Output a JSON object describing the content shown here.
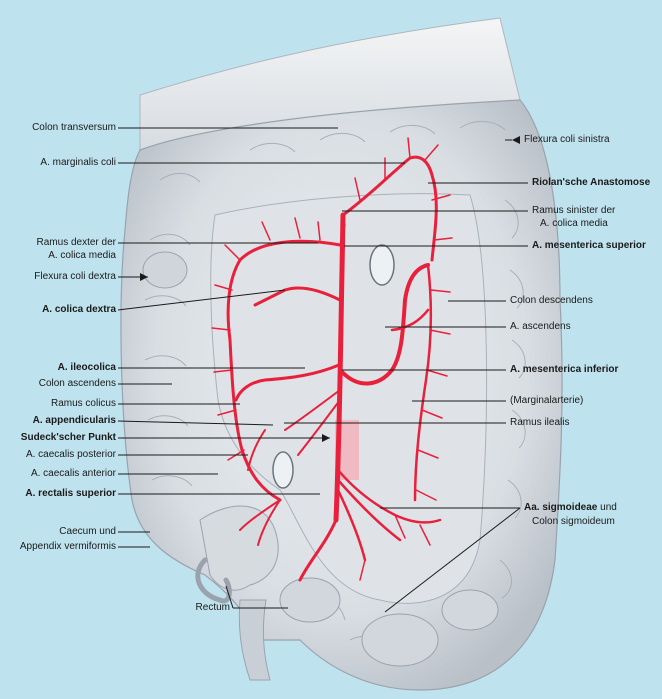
{
  "colors": {
    "background": "#bfe3ee",
    "organ_fill": "#e2e6ea",
    "organ_shade": "#b7bec6",
    "artery": "#e8203c",
    "artery_highlight": "#f6a8b4",
    "leader_line": "#1a1a1a"
  },
  "labels_left": [
    {
      "id": "colon-transversum",
      "text": "Colon transversum",
      "bold": false
    },
    {
      "id": "a-marginalis-coli",
      "text": "A. marginalis coli",
      "bold": false
    },
    {
      "id": "ramus-dexter-1",
      "text": "Ramus dexter der",
      "bold": false
    },
    {
      "id": "ramus-dexter-2",
      "text": "A. colica media",
      "bold": false
    },
    {
      "id": "flexura-coli-dextra",
      "text": "Flexura coli dextra",
      "bold": false
    },
    {
      "id": "a-colica-dextra",
      "text": "A. colica dextra",
      "bold": true
    },
    {
      "id": "a-ileocolica",
      "text": "A. ileocolica",
      "bold": true
    },
    {
      "id": "colon-ascendens",
      "text": "Colon ascendens",
      "bold": false
    },
    {
      "id": "ramus-colicus",
      "text": "Ramus colicus",
      "bold": false
    },
    {
      "id": "a-appendicularis",
      "text": "A. appendicularis",
      "bold": true
    },
    {
      "id": "sudeck-punkt",
      "text": "Sudeck'scher Punkt",
      "bold": true
    },
    {
      "id": "a-caecalis-posterior",
      "text": "A. caecalis posterior",
      "bold": false
    },
    {
      "id": "a-caecalis-anterior",
      "text": "A. caecalis anterior",
      "bold": false
    },
    {
      "id": "a-rectalis-superior",
      "text": "A. rectalis superior",
      "bold": true
    },
    {
      "id": "caecum-1",
      "text": "Caecum und",
      "bold": false
    },
    {
      "id": "caecum-2",
      "text": "Appendix vermiformis",
      "bold": false
    },
    {
      "id": "rectum",
      "text": "Rectum",
      "bold": false
    }
  ],
  "labels_right": [
    {
      "id": "flexura-coli-sinistra",
      "text": "Flexura coli sinistra",
      "bold": false
    },
    {
      "id": "riolan-anastomose",
      "text": "Riolan'sche Anastomose",
      "bold": true
    },
    {
      "id": "ramus-sinister-1",
      "text": "Ramus sinister der",
      "bold": false
    },
    {
      "id": "ramus-sinister-2",
      "text": "A. colica media",
      "bold": false
    },
    {
      "id": "a-mesenterica-superior",
      "text": "A. mesenterica superior",
      "bold": true
    },
    {
      "id": "colon-descendens",
      "text": "Colon descendens",
      "bold": false
    },
    {
      "id": "a-ascendens",
      "text": "A. ascendens",
      "bold": false
    },
    {
      "id": "a-mesenterica-inferior",
      "text": "A. mesenterica inferior",
      "bold": true
    },
    {
      "id": "marginalarterie",
      "text": "(Marginalarterie)",
      "bold": false
    },
    {
      "id": "ramus-ilealis",
      "text": "Ramus ilealis",
      "bold": false
    },
    {
      "id": "aa-sigmoideae-bold",
      "text": "Aa. sigmoideae",
      "bold": true
    },
    {
      "id": "aa-sigmoideae-und",
      "text": " und",
      "bold": false
    },
    {
      "id": "colon-sigmoideum",
      "text": "Colon sigmoideum",
      "bold": false
    }
  ]
}
